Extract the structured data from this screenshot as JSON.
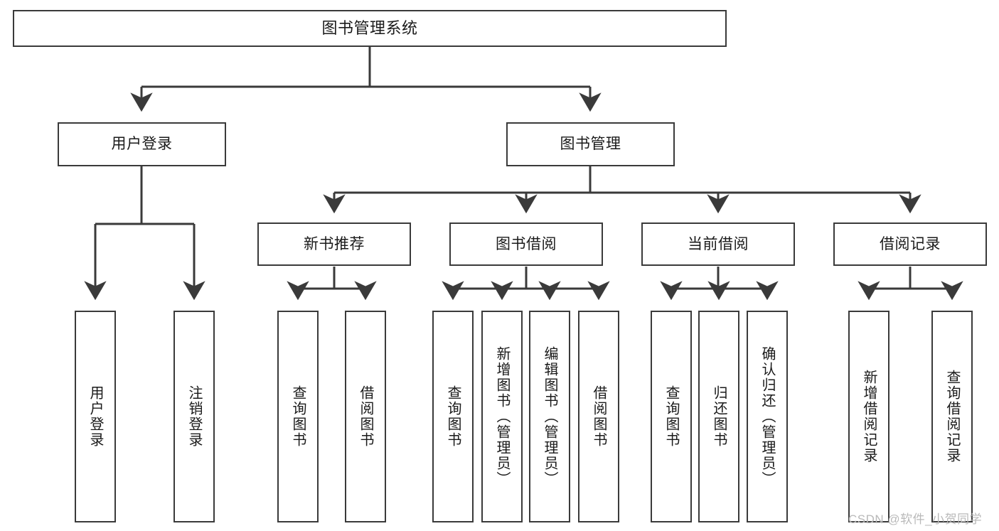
{
  "diagram": {
    "title": "图书管理系统",
    "type": "tree-hierarchy",
    "colors": {
      "box_stroke": "#3a3a3a",
      "box_fill": "#ffffff",
      "connector": "#3a3a3a",
      "text": "#1a1a1a",
      "watermark": "#b9b9b9",
      "background": "#ffffff"
    },
    "nodes": {
      "root": {
        "label": "图书管理系统"
      },
      "level2": [
        {
          "label": "用户登录"
        },
        {
          "label": "图书管理"
        }
      ],
      "level3": [
        {
          "label": "新书推荐"
        },
        {
          "label": "图书借阅"
        },
        {
          "label": "当前借阅"
        },
        {
          "label": "借阅记录"
        }
      ],
      "leaves": {
        "user_login": [
          {
            "label": "用户登录"
          },
          {
            "label": "注销登录"
          }
        ],
        "new_book_recommend": [
          {
            "label": "查询图书"
          },
          {
            "label": "借阅图书"
          }
        ],
        "book_borrow": [
          {
            "label": "查询图书"
          },
          {
            "label": "新增图书（管理员）"
          },
          {
            "label": "编辑图书（管理员）"
          },
          {
            "label": "借阅图书"
          }
        ],
        "current_borrow": [
          {
            "label": "查询图书"
          },
          {
            "label": "归还图书"
          },
          {
            "label": "确认归还（管理员）"
          }
        ],
        "borrow_record": [
          {
            "label": "新增借阅记录"
          },
          {
            "label": "查询借阅记录"
          }
        ]
      }
    },
    "watermark": "CSDN @软件_小贺同学"
  }
}
